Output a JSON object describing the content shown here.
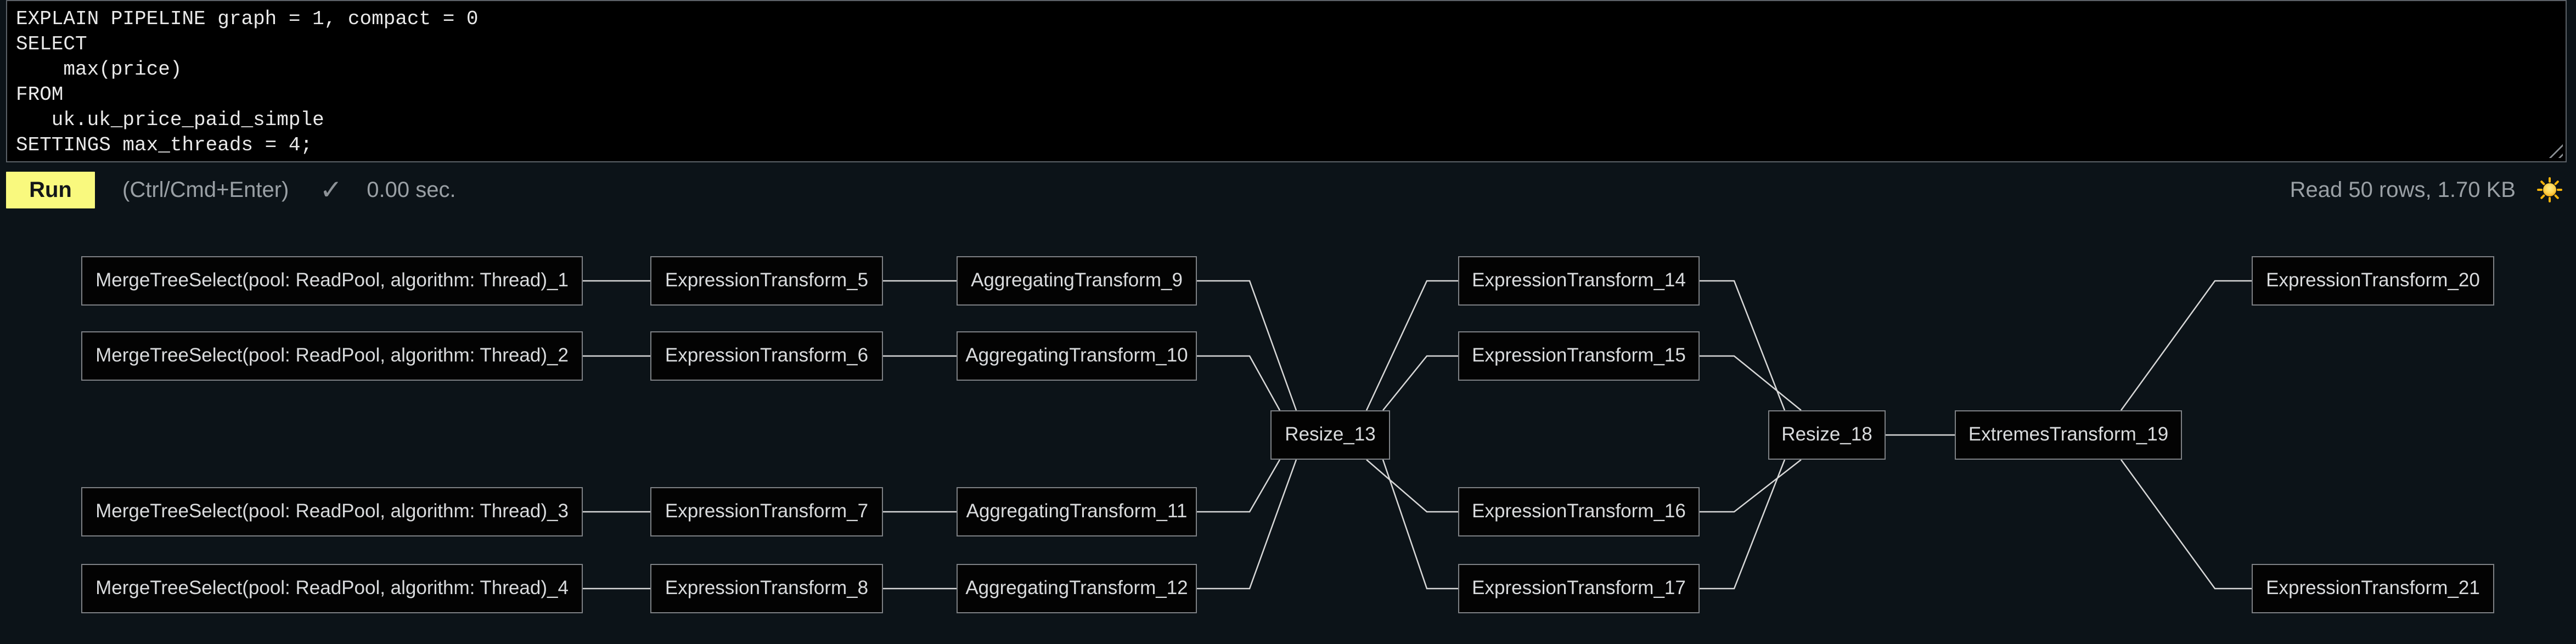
{
  "editor": {
    "sql": "EXPLAIN PIPELINE graph = 1, compact = 0\nSELECT\n    max(price)\nFROM\n   uk.uk_price_paid_simple\nSETTINGS max_threads = 4;"
  },
  "toolbar": {
    "run_label": "Run",
    "shortcut_hint": "(Ctrl/Cmd+Enter)",
    "status_check": "✓",
    "elapsed": "0.00 sec.",
    "read_stats": "Read 50 rows, 1.70 KB",
    "theme_icon": "sun"
  },
  "theme": {
    "accent_yellow": "#f9f97e",
    "background": "#0c1318",
    "editor_background": "#000000",
    "node_fill": "#030303",
    "node_border": "#7e8185",
    "node_text": "#d9dbdd",
    "edge_color": "#d8d8d8",
    "muted_text": "#9aa0a5"
  },
  "pipeline": {
    "nodes": [
      {
        "id": "MergeTreeSelect_1",
        "label": "MergeTreeSelect(pool: ReadPool, algorithm: Thread)_1"
      },
      {
        "id": "MergeTreeSelect_2",
        "label": "MergeTreeSelect(pool: ReadPool, algorithm: Thread)_2"
      },
      {
        "id": "MergeTreeSelect_3",
        "label": "MergeTreeSelect(pool: ReadPool, algorithm: Thread)_3"
      },
      {
        "id": "MergeTreeSelect_4",
        "label": "MergeTreeSelect(pool: ReadPool, algorithm: Thread)_4"
      },
      {
        "id": "ExpressionTransform_5",
        "label": "ExpressionTransform_5"
      },
      {
        "id": "ExpressionTransform_6",
        "label": "ExpressionTransform_6"
      },
      {
        "id": "ExpressionTransform_7",
        "label": "ExpressionTransform_7"
      },
      {
        "id": "ExpressionTransform_8",
        "label": "ExpressionTransform_8"
      },
      {
        "id": "AggregatingTransform_9",
        "label": "AggregatingTransform_9"
      },
      {
        "id": "AggregatingTransform_10",
        "label": "AggregatingTransform_10"
      },
      {
        "id": "AggregatingTransform_11",
        "label": "AggregatingTransform_11"
      },
      {
        "id": "AggregatingTransform_12",
        "label": "AggregatingTransform_12"
      },
      {
        "id": "Resize_13",
        "label": "Resize_13"
      },
      {
        "id": "ExpressionTransform_14",
        "label": "ExpressionTransform_14"
      },
      {
        "id": "ExpressionTransform_15",
        "label": "ExpressionTransform_15"
      },
      {
        "id": "ExpressionTransform_16",
        "label": "ExpressionTransform_16"
      },
      {
        "id": "ExpressionTransform_17",
        "label": "ExpressionTransform_17"
      },
      {
        "id": "Resize_18",
        "label": "Resize_18"
      },
      {
        "id": "ExtremesTransform_19",
        "label": "ExtremesTransform_19"
      },
      {
        "id": "ExpressionTransform_20",
        "label": "ExpressionTransform_20"
      },
      {
        "id": "ExpressionTransform_21",
        "label": "ExpressionTransform_21"
      }
    ],
    "edges": [
      [
        "MergeTreeSelect_1",
        "ExpressionTransform_5"
      ],
      [
        "MergeTreeSelect_2",
        "ExpressionTransform_6"
      ],
      [
        "MergeTreeSelect_3",
        "ExpressionTransform_7"
      ],
      [
        "MergeTreeSelect_4",
        "ExpressionTransform_8"
      ],
      [
        "ExpressionTransform_5",
        "AggregatingTransform_9"
      ],
      [
        "ExpressionTransform_6",
        "AggregatingTransform_10"
      ],
      [
        "ExpressionTransform_7",
        "AggregatingTransform_11"
      ],
      [
        "ExpressionTransform_8",
        "AggregatingTransform_12"
      ],
      [
        "AggregatingTransform_9",
        "Resize_13"
      ],
      [
        "AggregatingTransform_10",
        "Resize_13"
      ],
      [
        "AggregatingTransform_11",
        "Resize_13"
      ],
      [
        "AggregatingTransform_12",
        "Resize_13"
      ],
      [
        "Resize_13",
        "ExpressionTransform_14"
      ],
      [
        "Resize_13",
        "ExpressionTransform_15"
      ],
      [
        "Resize_13",
        "ExpressionTransform_16"
      ],
      [
        "Resize_13",
        "ExpressionTransform_17"
      ],
      [
        "ExpressionTransform_14",
        "Resize_18"
      ],
      [
        "ExpressionTransform_15",
        "Resize_18"
      ],
      [
        "ExpressionTransform_16",
        "Resize_18"
      ],
      [
        "ExpressionTransform_17",
        "Resize_18"
      ],
      [
        "Resize_18",
        "ExtremesTransform_19"
      ],
      [
        "ExtremesTransform_19",
        "ExpressionTransform_20"
      ],
      [
        "ExtremesTransform_19",
        "ExpressionTransform_21"
      ]
    ]
  }
}
